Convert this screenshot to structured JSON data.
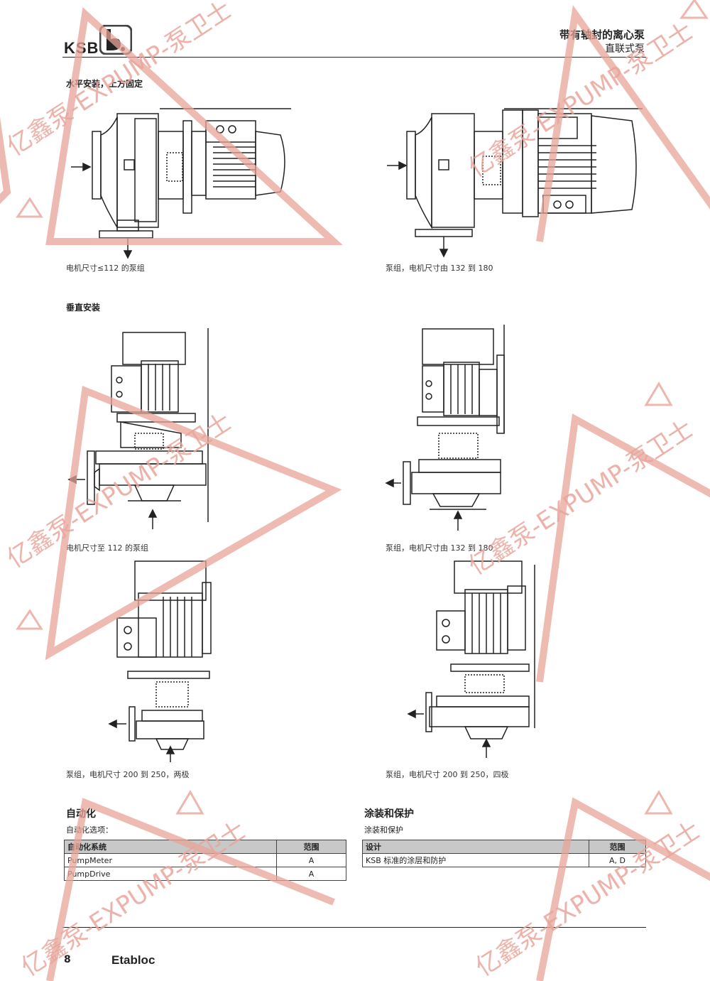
{
  "header": {
    "logo_text": "KSB",
    "title": "带有轴封的离心泵",
    "subtitle": "直联式泵"
  },
  "sections": {
    "horizontal_title": "水平安装，上方固定",
    "vertical_title": "垂直安装"
  },
  "captions": {
    "h1": "电机尺寸≤112 的泵组",
    "h2": "泵组，电机尺寸由 132 到 180",
    "v1": "电机尺寸至 112 的泵组",
    "v2": "泵组，电机尺寸由 132 到 180",
    "v3": "泵组，电机尺寸 200 到 250，两极",
    "v4": "泵组，电机尺寸 200 到 250，四极"
  },
  "automation": {
    "title": "自动化",
    "subtitle": "自动化选项：",
    "headers": [
      "自动化系统",
      "范围"
    ],
    "rows": [
      [
        "PumpMeter",
        "A"
      ],
      [
        "PumpDrive",
        "A"
      ]
    ]
  },
  "coating": {
    "title": "涂装和保护",
    "subtitle": "涂装和保护",
    "headers": [
      "设计",
      "范围"
    ],
    "rows": [
      [
        "KSB 标准的涂层和防护",
        "A, D"
      ]
    ]
  },
  "footer": {
    "page_number": "8",
    "product_name": "Etabloc"
  },
  "watermark": {
    "text": "亿鑫泵-EXPUMP-泵卫士",
    "color": "#e8a49a"
  }
}
